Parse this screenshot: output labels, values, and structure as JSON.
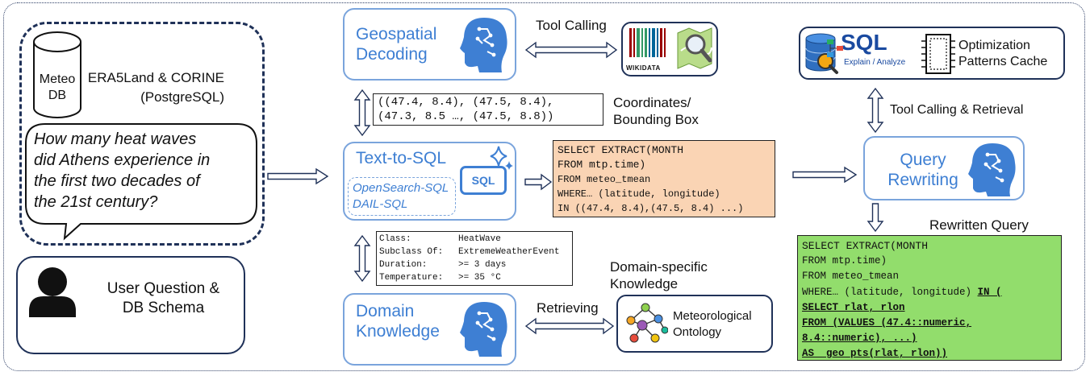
{
  "input": {
    "db_icon_label": "Meteo DB",
    "db_title": "ERA5Land & CORINE",
    "db_sub": "(PostgreSQL)",
    "question": "How many heat waves did Athens experience in the first two decades of the 21st century?",
    "user_label": "User Question & DB Schema"
  },
  "geo": {
    "title": "Geospatial Decoding",
    "tool_calling_label": "Tool Calling",
    "wikidata_label": "WIKIDATA"
  },
  "coords": {
    "code": "((47.4, 8.4), (47.5, 8.4),\n(47.3, 8.5 …, (47.5, 8.8))",
    "label": "Coordinates/ Bounding Box"
  },
  "text2sql": {
    "title": "Text-to-SQL",
    "methods": [
      "OpenSearch-SQL",
      "DAIL-SQL"
    ],
    "sql_icon_label": "SQL"
  },
  "sql_output": {
    "lines": [
      "SELECT EXTRACT(MONTH",
      "FROM mtp.time)",
      "FROM meteo_tmean",
      "WHERE… (latitude, longitude)",
      "IN ((47.4, 8.4),(47.5, 8.4) ...)"
    ]
  },
  "domain": {
    "ontology_rows": [
      {
        "key": "Class:",
        "value": "HeatWave"
      },
      {
        "key": "Subclass Of:",
        "value": "ExtremeWeatherEvent"
      },
      {
        "key": "Duration:",
        "value": ">= 3 days"
      },
      {
        "key": "Temperature:",
        "value": ">= 35 °C"
      }
    ],
    "knowledge_label": "Domain-specific Knowledge",
    "title": "Domain Knowledge",
    "retrieving_label": "Retrieving",
    "ontology_label": "Meteorological Ontology"
  },
  "optimization": {
    "sql_logo": "SQL",
    "sql_sub": "Explain / Analyze",
    "cache_label": "Optimization Patterns Cache",
    "tool_retrieval_label": "Tool Calling & Retrieval"
  },
  "rewrite": {
    "title": "Query Rewriting",
    "output_label": "Rewritten Query",
    "plain_lines": [
      "SELECT EXTRACT(MONTH",
      "FROM mtp.time)",
      "FROM meteo_tmean"
    ],
    "where_line": "WHERE… (latitude, longitude) ",
    "in_keyword": "IN (",
    "bold_lines": [
      "SELECT rlat, rlon",
      "FROM (VALUES (47.4::numeric,",
      "8.4::numeric), ...)",
      "AS  geo_pts(rlat, rlon))"
    ]
  },
  "colors": {
    "accent_blue": "#3e7fd3",
    "box_border_blue": "#7aa4dc",
    "dark_navy": "#1f3158",
    "sql_output_bg": "#fad4b4",
    "rewritten_bg": "#92dd6c"
  }
}
